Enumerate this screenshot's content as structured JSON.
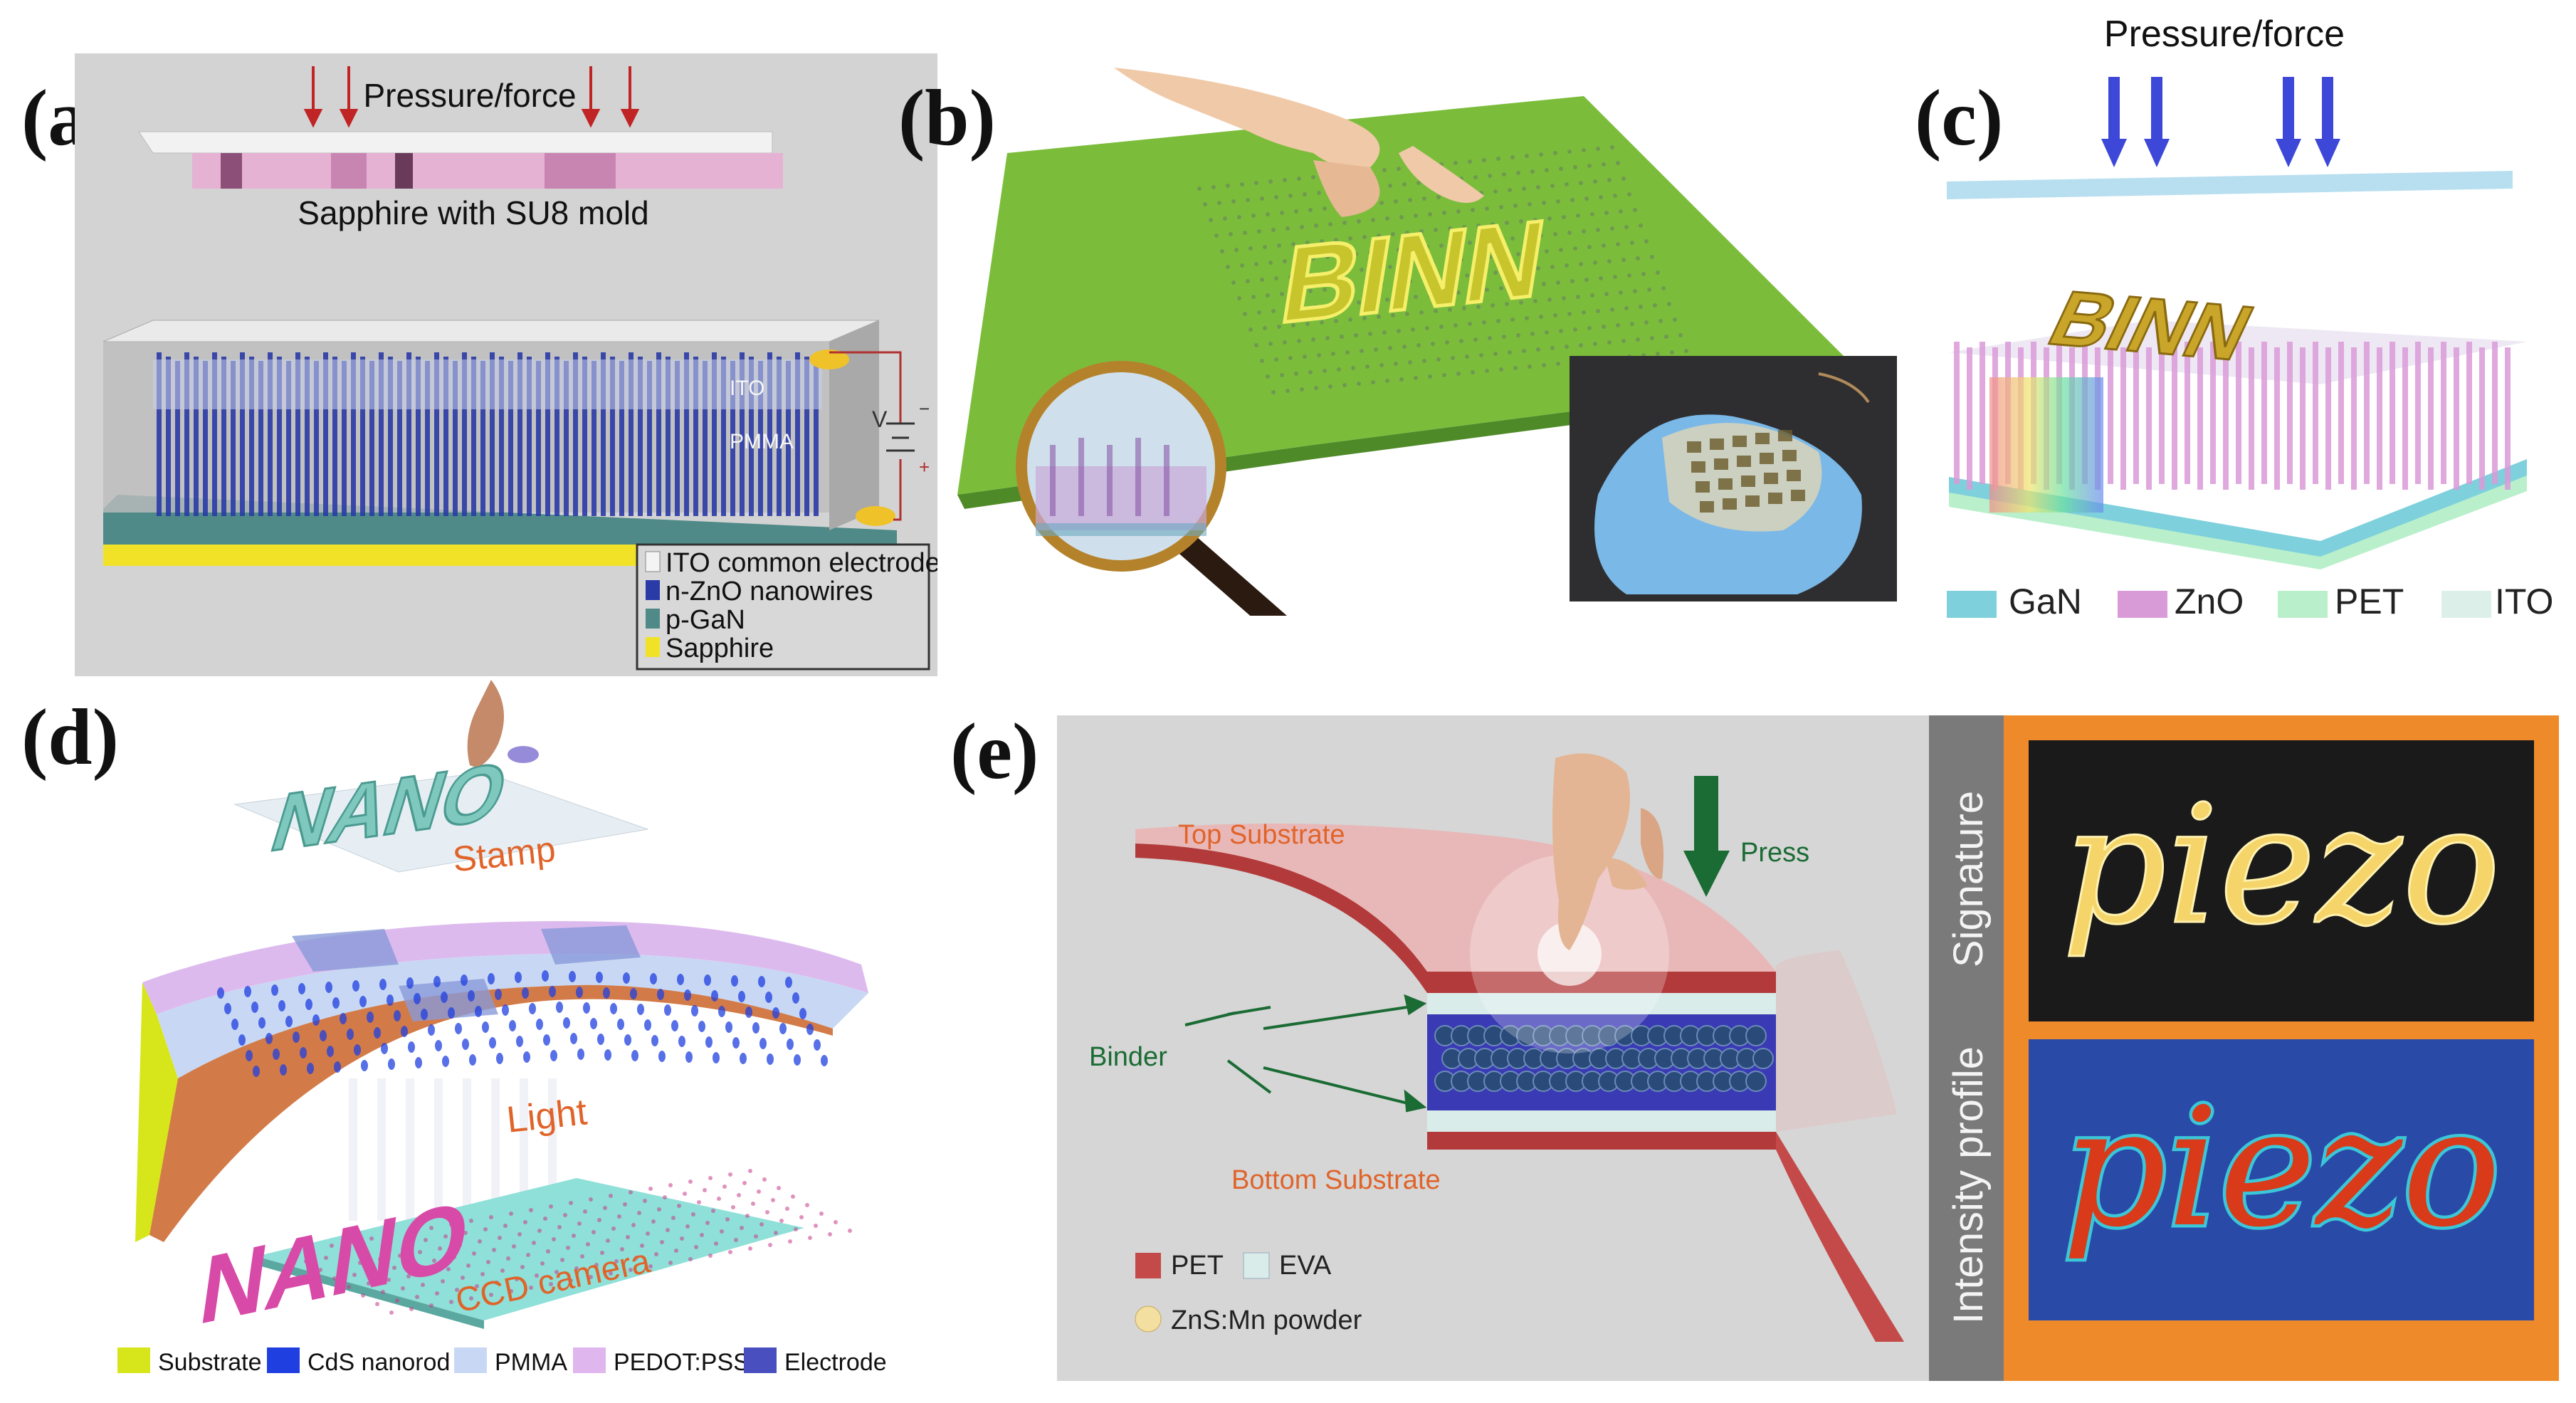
{
  "panels": {
    "a": {
      "label": "(a)",
      "force_label": "Pressure/force",
      "mold_label": "Sapphire with SU8 mold",
      "ito_label": "ITO",
      "pmma_label": "PMMA",
      "voltage_label": "V",
      "minus": "−",
      "plus": "+",
      "legend": [
        {
          "text": "ITO common electrode",
          "color": "#f4f4f4"
        },
        {
          "text": "n-ZnO nanowires",
          "color": "#2a3aa6"
        },
        {
          "text": "p-GaN",
          "color": "#4f8a88"
        },
        {
          "text": "Sapphire",
          "color": "#f2e227"
        }
      ]
    },
    "b": {
      "label": "(b)",
      "sheet_text": "BINN"
    },
    "c": {
      "label": "(c)",
      "force_label": "Pressure/force",
      "device_text": "BINN",
      "legend": [
        {
          "text": "GaN",
          "color": "#7dd0dc"
        },
        {
          "text": "ZnO",
          "color": "#d99ad8"
        },
        {
          "text": "PET",
          "color": "#b9f0cb"
        },
        {
          "text": "ITO",
          "color": "#dcefe8"
        }
      ]
    },
    "d": {
      "label": "(d)",
      "stamp_text": "NANO",
      "stamp_label": "Stamp",
      "light_label": "Light",
      "image_text": "NANO",
      "camera_label": "CCD camera",
      "legend": [
        {
          "text": "Substrate",
          "color": "#d6e61b"
        },
        {
          "text": "CdS nanorod",
          "color": "#1f3fe0"
        },
        {
          "text": "PMMA",
          "color": "#c8d8f4"
        },
        {
          "text": "PEDOT:PSS",
          "color": "#e0b6ee"
        },
        {
          "text": "Electrode",
          "color": "#4a4fc0"
        }
      ]
    },
    "e": {
      "label": "(e)",
      "top_substrate": "Top Substrate",
      "press_label": "Press",
      "binder_label": "Binder",
      "bottom_substrate": "Bottom Substrate",
      "legend_pet": "PET",
      "legend_eva": "EVA",
      "legend_powder": "ZnS:Mn powder",
      "signature_label": "Signature",
      "intensity_label": "Intensity profile",
      "written_word": "piezo",
      "colors": {
        "pet": "#c44a4a",
        "eva": "#d9ecea",
        "powder": "#f3dfa0",
        "frame": "#ee8a2a"
      }
    }
  }
}
